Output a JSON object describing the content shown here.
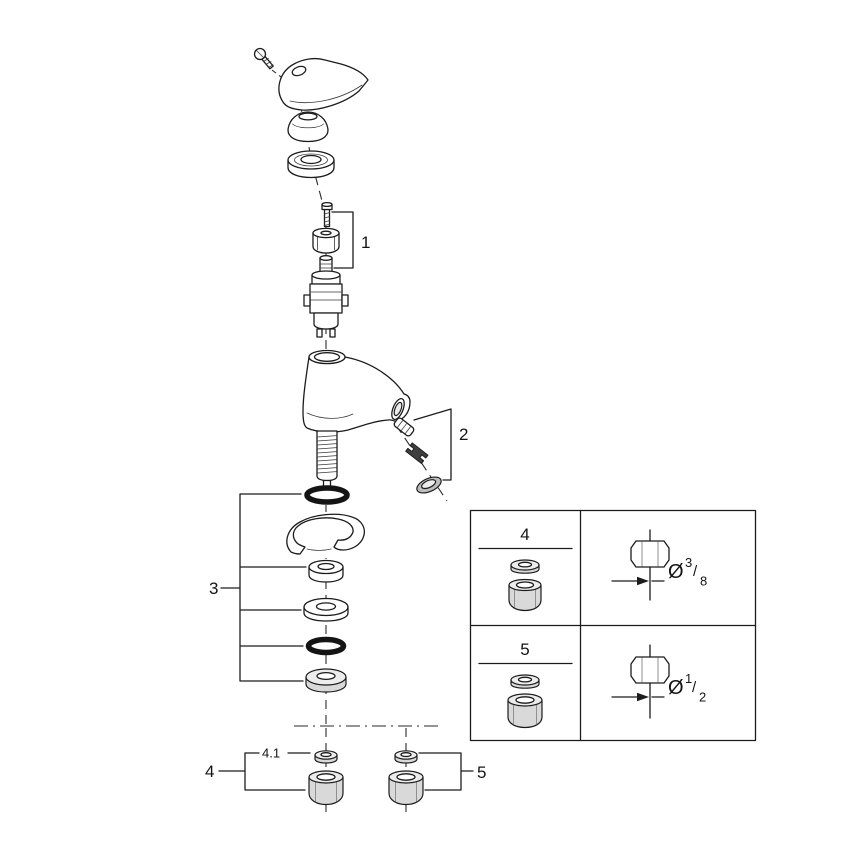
{
  "callouts": {
    "part1": "1",
    "part2": "2",
    "part3": "3",
    "part4": "4",
    "part4_sub": "4.1",
    "part5": "5"
  },
  "table": {
    "rows": [
      {
        "part": "4",
        "dim_symbol": "Ø",
        "dim_numerator": "3",
        "dim_slash": "/",
        "dim_denominator": "8"
      },
      {
        "part": "5",
        "dim_symbol": "Ø",
        "dim_numerator": "1",
        "dim_slash": "/",
        "dim_denominator": "2"
      }
    ]
  },
  "colors": {
    "line": "#1c1c1c",
    "background": "#ffffff",
    "metal_light": "#ececec",
    "metal_mid": "#d9d9d9",
    "part_dark": "#3f3f3f"
  }
}
